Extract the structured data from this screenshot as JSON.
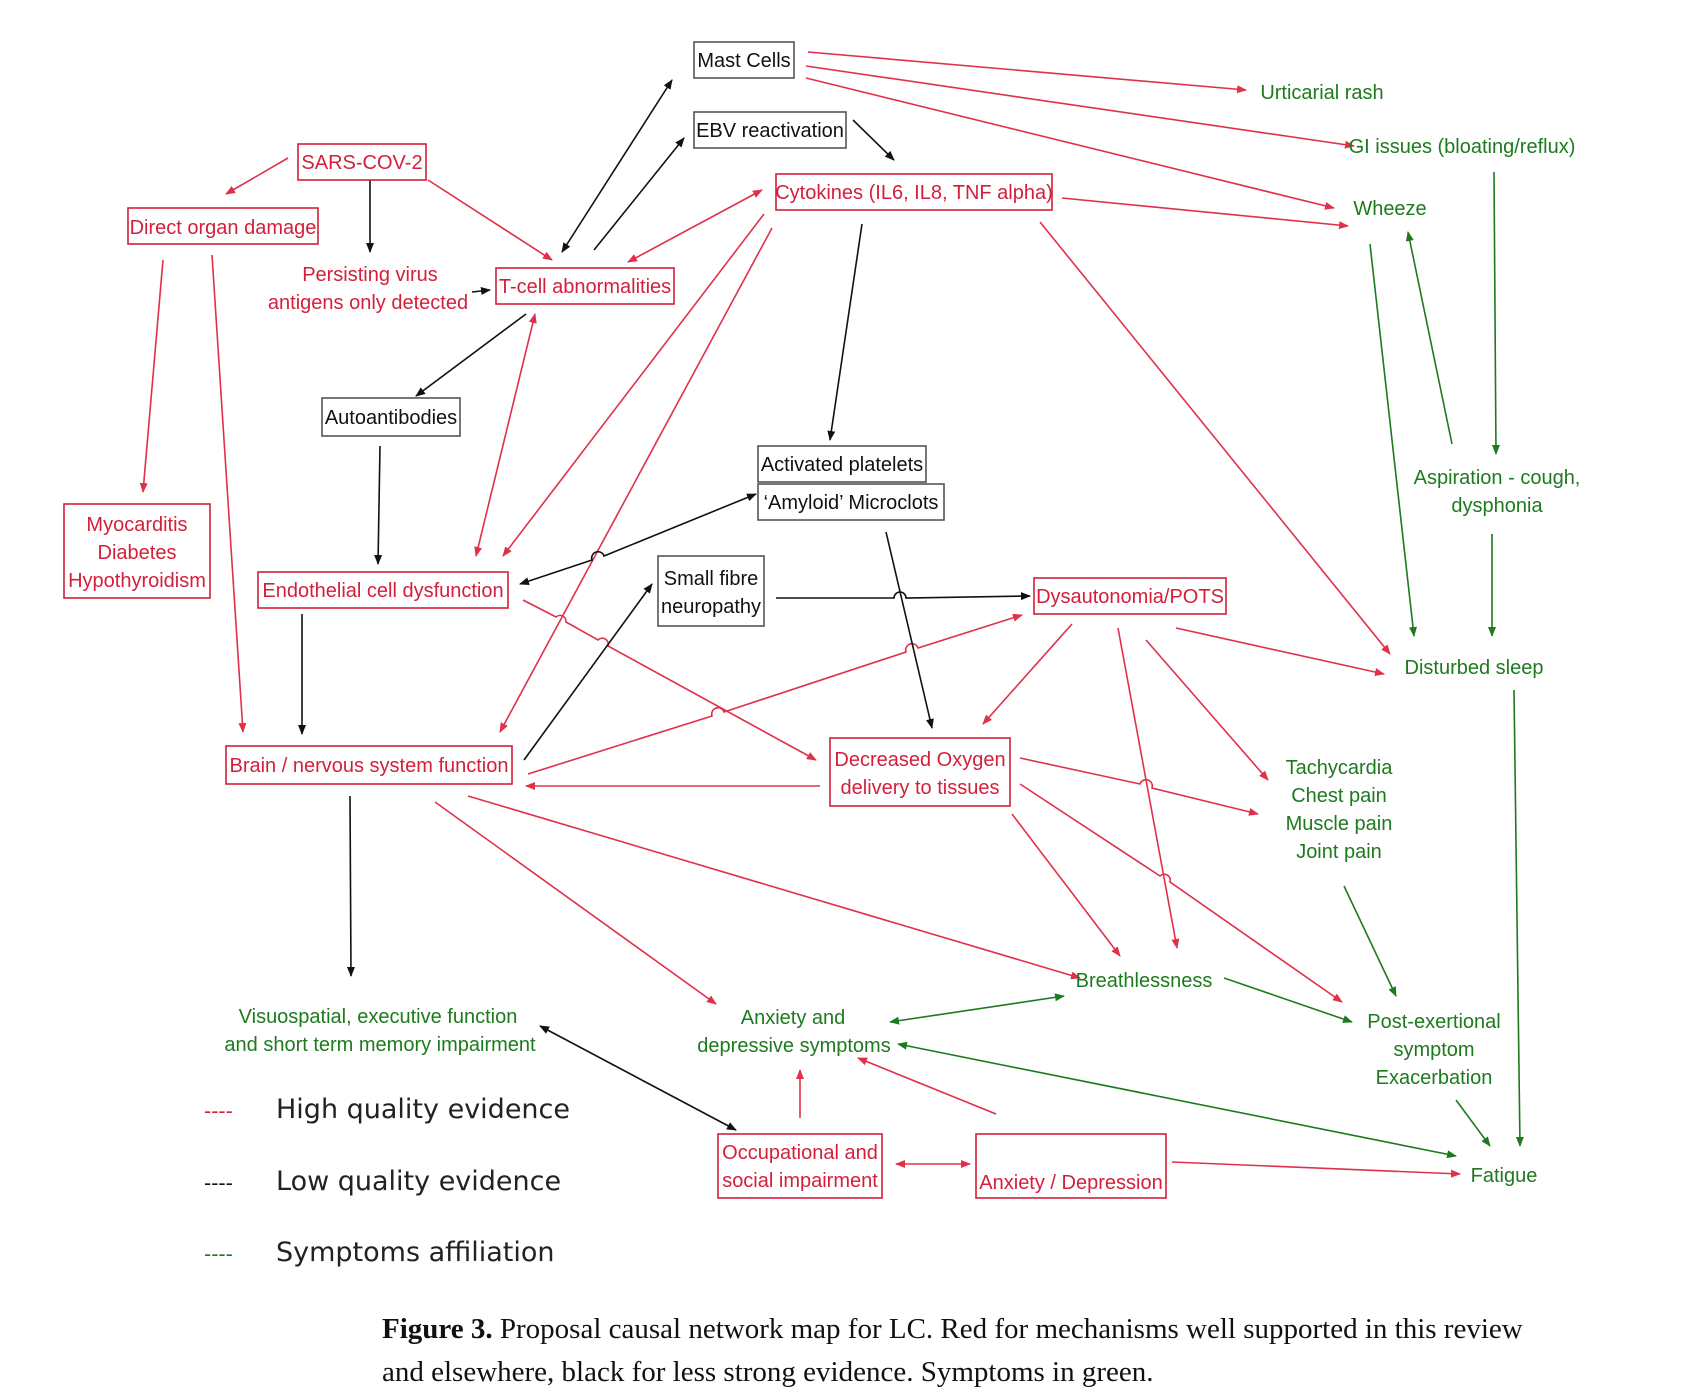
{
  "nodes": {
    "sars": "SARS-COV-2",
    "direct_organ": "Direct organ damage",
    "persisting_1": "Persisting  virus",
    "persisting_2": "antigens only  detected",
    "tcell": "T-cell abnormalities",
    "mast": "Mast Cells",
    "ebv": "EBV reactivation",
    "cytokines": "Cytokines (IL6, IL8, TNF alpha)",
    "urticarial": "Urticarial rash",
    "gi": "GI issues (bloating/reflux)",
    "wheeze": "Wheeze",
    "autoantibodies": "Autoantibodies",
    "activated_platelets": "Activated platelets",
    "microclots": "‘Amyloid’ Microclots",
    "myo_1": "Myocarditis",
    "myo_2": "Diabetes",
    "myo_3": "Hypothyroidism",
    "endothelial": "Endothelial cell dysfunction",
    "small_fibre_1": "Small fibre",
    "small_fibre_2": "neuropathy",
    "dysautonomia": "Dysautonomia/POTS",
    "aspiration_1": "Aspiration - cough,",
    "aspiration_2": "dysphonia",
    "disturbed_sleep": "Disturbed sleep",
    "brain": "Brain / nervous system function",
    "oxygen_1": "Decreased Oxygen",
    "oxygen_2": "delivery to tissues",
    "tachy_1": "Tachycardia",
    "tachy_2": "Chest pain",
    "tachy_3": "Muscle pain",
    "tachy_4": "Joint pain",
    "breathlessness": "Breathlessness",
    "visuo_1": "Visuospatial, executive function",
    "visuo_2": "and short term memory impairment",
    "anxsym_1": "Anxiety and",
    "anxsym_2": "depressive symptoms",
    "pem_1": "Post-exertional",
    "pem_2": "symptom",
    "pem_3": "Exacerbation",
    "occupational_1": "Occupational and",
    "occupational_2": "social impairment",
    "anxdep": "Anxiety / Depression",
    "fatigue": "Fatigue"
  },
  "legend": {
    "dash": "----",
    "high": "High quality evidence",
    "low": "Low quality evidence",
    "symptoms": "Symptoms affiliation"
  },
  "colors": {
    "red": "#d41f3a",
    "black": "#111111",
    "green": "#1e7a1e"
  },
  "caption": {
    "label": "Figure 3.",
    "line1": " Proposal causal network map for LC. Red for mechanisms well supported in this review",
    "line2": "and elsewhere, black for less strong evidence. Symptoms in green."
  }
}
